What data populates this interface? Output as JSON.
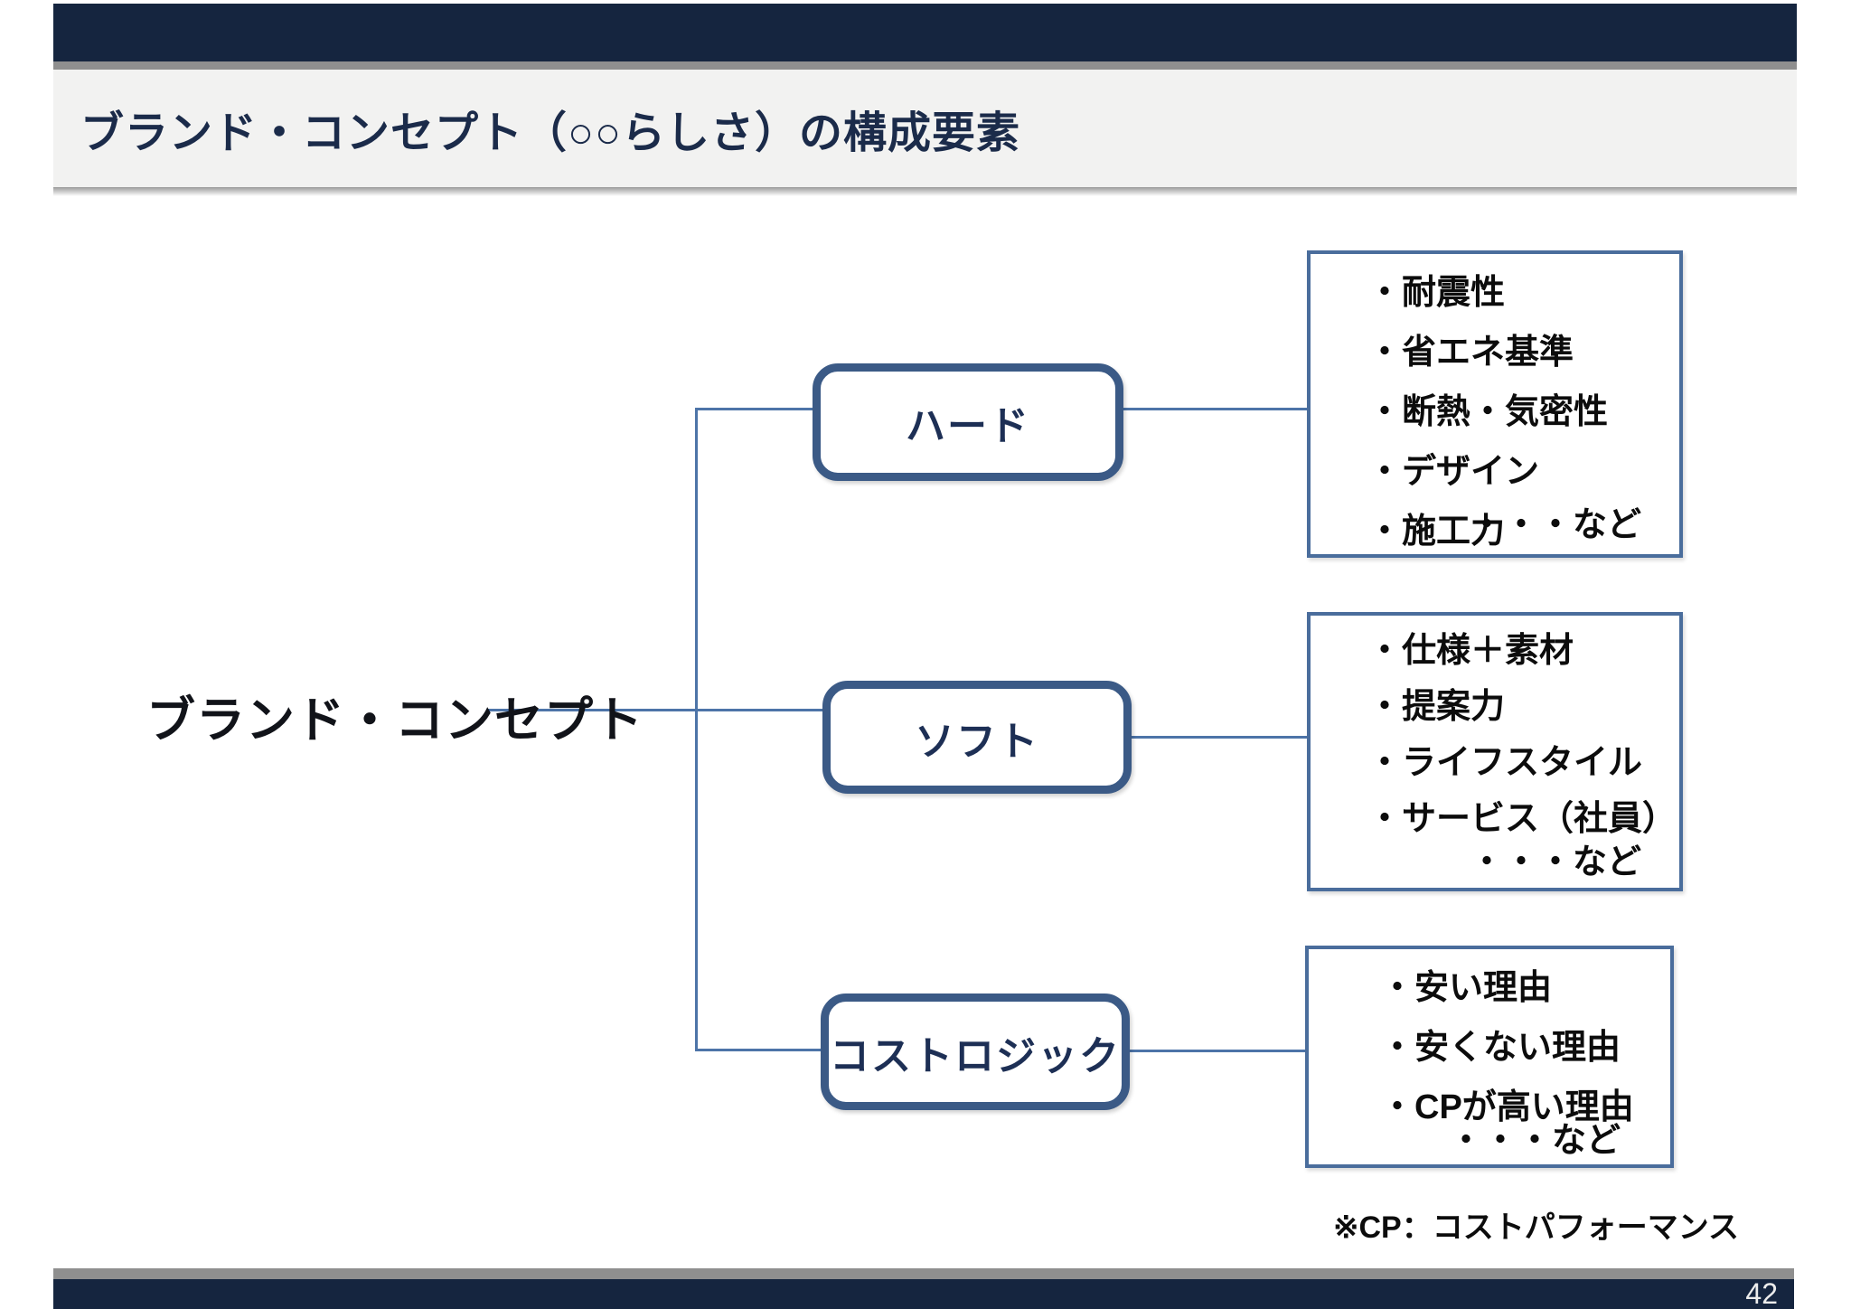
{
  "slide": {
    "title": "ブランド・コンセプト（○○らしさ）の構成要素",
    "root_label": "ブランド・コンセプト",
    "branches": [
      {
        "label": "ハード",
        "items": [
          "・耐震性",
          "・省エネ基準",
          "・断熱・気密性",
          "・デザイン",
          "・施工力"
        ],
        "etc": "・・・など"
      },
      {
        "label": "ソフト",
        "items": [
          "・仕様＋素材",
          "・提案力",
          "・ライフスタイル",
          "・サービス（社員）"
        ],
        "etc": "・・・など"
      },
      {
        "label": "コストロジック",
        "items": [
          "・安い理由",
          "・安くない理由",
          "・CPが高い理由"
        ],
        "etc": "・・・など"
      }
    ],
    "note": "※CP：コストパフォーマンス",
    "page_number": "42",
    "colors": {
      "header_navy": "#15253f",
      "node_border_blue": "#3b5a86",
      "panel_border_blue": "#4a6d9c",
      "connector_blue": "#4d74a8",
      "title_text_navy": "#1b2b4a",
      "band_gray": "#f2f2f1",
      "strip_gray": "#8f8f8f"
    }
  }
}
